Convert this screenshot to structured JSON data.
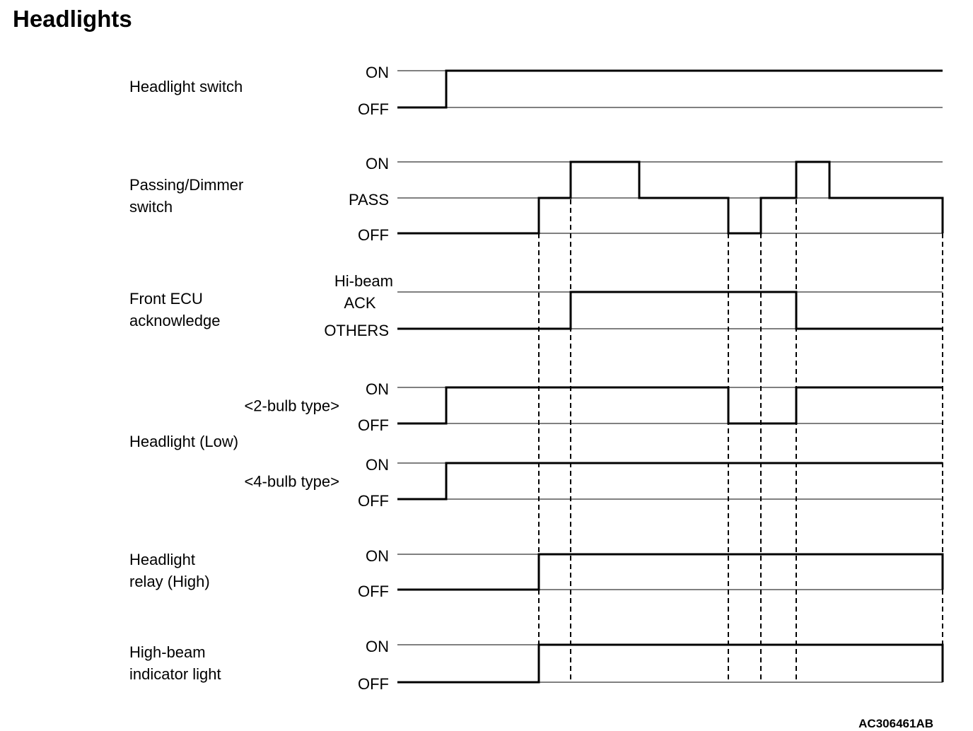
{
  "title": "Headlights",
  "reference": "AC306461AB",
  "times": [
    0,
    1,
    2,
    3,
    4,
    5,
    6,
    7,
    8
  ],
  "signals": [
    {
      "id": "headlight-switch",
      "label": [
        "Headlight switch"
      ],
      "levels": [
        "ON",
        "OFF"
      ],
      "steps": [
        [
          0,
          "OFF"
        ],
        [
          1,
          "ON"
        ]
      ]
    },
    {
      "id": "passing-dimmer-switch",
      "label": [
        "Passing/Dimmer",
        "switch"
      ],
      "levels": [
        "ON",
        "PASS",
        "OFF"
      ],
      "steps": [
        [
          0,
          "OFF"
        ],
        [
          2,
          "PASS"
        ],
        [
          3,
          "ON"
        ],
        [
          4,
          "PASS"
        ],
        [
          5,
          "OFF"
        ],
        [
          6,
          "PASS"
        ],
        [
          7,
          "ON"
        ],
        [
          8,
          "PASS"
        ],
        [
          9,
          "OFF"
        ]
      ]
    },
    {
      "id": "front-ecu-acknowledge",
      "label": [
        "Front ECU",
        "acknowledge"
      ],
      "levels": [
        "Hi-beam ACK",
        "OTHERS"
      ],
      "level_text": [
        [
          "Hi-beam",
          "ACK"
        ],
        [
          "OTHERS"
        ]
      ],
      "steps": [
        [
          0,
          "OTHERS"
        ],
        [
          3,
          "Hi-beam ACK"
        ],
        [
          7,
          "OTHERS"
        ]
      ]
    },
    {
      "id": "headlight-low-2-bulb",
      "group_label": "Headlight (Low)",
      "sublabel": "<2-bulb type>",
      "levels": [
        "ON",
        "OFF"
      ],
      "steps": [
        [
          0,
          "OFF"
        ],
        [
          1,
          "ON"
        ],
        [
          5,
          "OFF"
        ],
        [
          7,
          "ON"
        ]
      ]
    },
    {
      "id": "headlight-low-4-bulb",
      "sublabel": "<4-bulb type>",
      "levels": [
        "ON",
        "OFF"
      ],
      "steps": [
        [
          0,
          "OFF"
        ],
        [
          1,
          "ON"
        ]
      ]
    },
    {
      "id": "headlight-relay-high",
      "label": [
        "Headlight",
        "relay (High)"
      ],
      "levels": [
        "ON",
        "OFF"
      ],
      "steps": [
        [
          0,
          "OFF"
        ],
        [
          2,
          "ON"
        ],
        [
          9,
          "OFF"
        ]
      ]
    },
    {
      "id": "high-beam-indicator",
      "label": [
        "High-beam",
        "indicator light"
      ],
      "levels": [
        "ON",
        "OFF"
      ],
      "steps": [
        [
          0,
          "OFF"
        ],
        [
          2,
          "ON"
        ],
        [
          9,
          "OFF"
        ]
      ]
    }
  ],
  "reference_times": [
    2,
    3,
    5,
    6,
    7,
    9
  ]
}
